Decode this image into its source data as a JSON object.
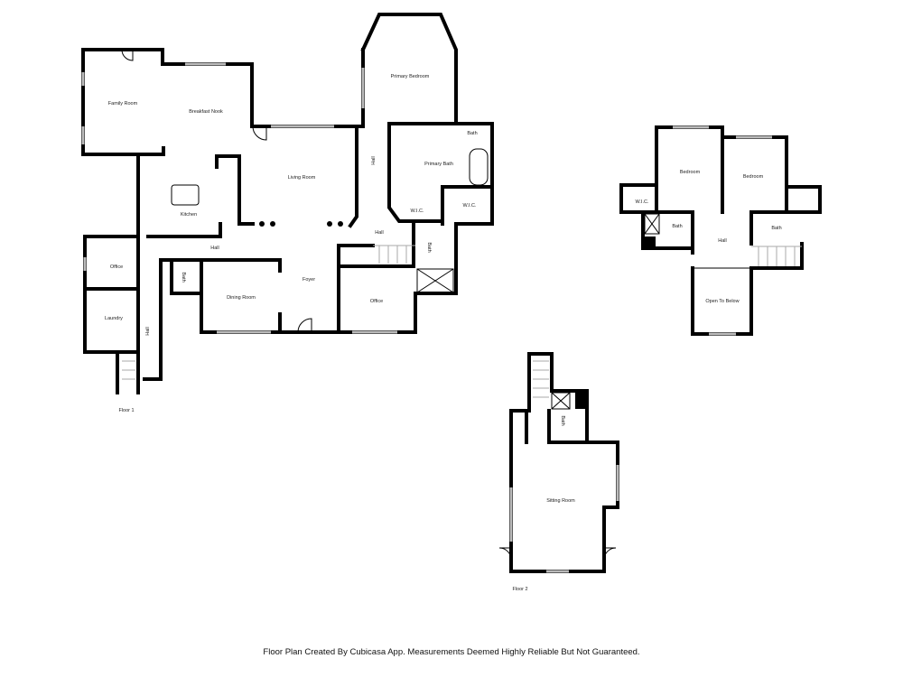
{
  "floor1": {
    "label": "Floor 1",
    "rooms": {
      "family_room": "Family Room",
      "breakfast_nook": "Breakfast Nook",
      "kitchen": "Kitchen",
      "living_room": "Living Room",
      "primary_bedroom": "Primary Bedroom",
      "primary_bath": "Primary Bath",
      "bath_primary": "Bath",
      "wic_left": "W.I.C.",
      "wic_right": "W.I.C.",
      "hall_vertical": "Hall",
      "hall_center": "Hall",
      "hall_left": "Hall",
      "hall_lower": "Hall",
      "bath_hall": "Bath",
      "bath_small": "Bath",
      "office_left": "Office",
      "laundry": "Laundry",
      "dining_room": "Dining Room",
      "foyer": "Foyer",
      "office_right": "Office"
    }
  },
  "floor2": {
    "label": "Floor 2",
    "rooms": {
      "bedroom_left": "Bedroom",
      "bedroom_right": "Bedroom",
      "wic": "W.I.C.",
      "bath_left": "Bath",
      "bath_right": "Bath",
      "hall": "Hall",
      "open_to_below": "Open To Below",
      "bath_lower": "Bath",
      "sitting_room": "Sitting Room"
    }
  },
  "footer": "Floor Plan Created By Cubicasa App. Measurements Deemed Highly Reliable But Not Guaranteed."
}
